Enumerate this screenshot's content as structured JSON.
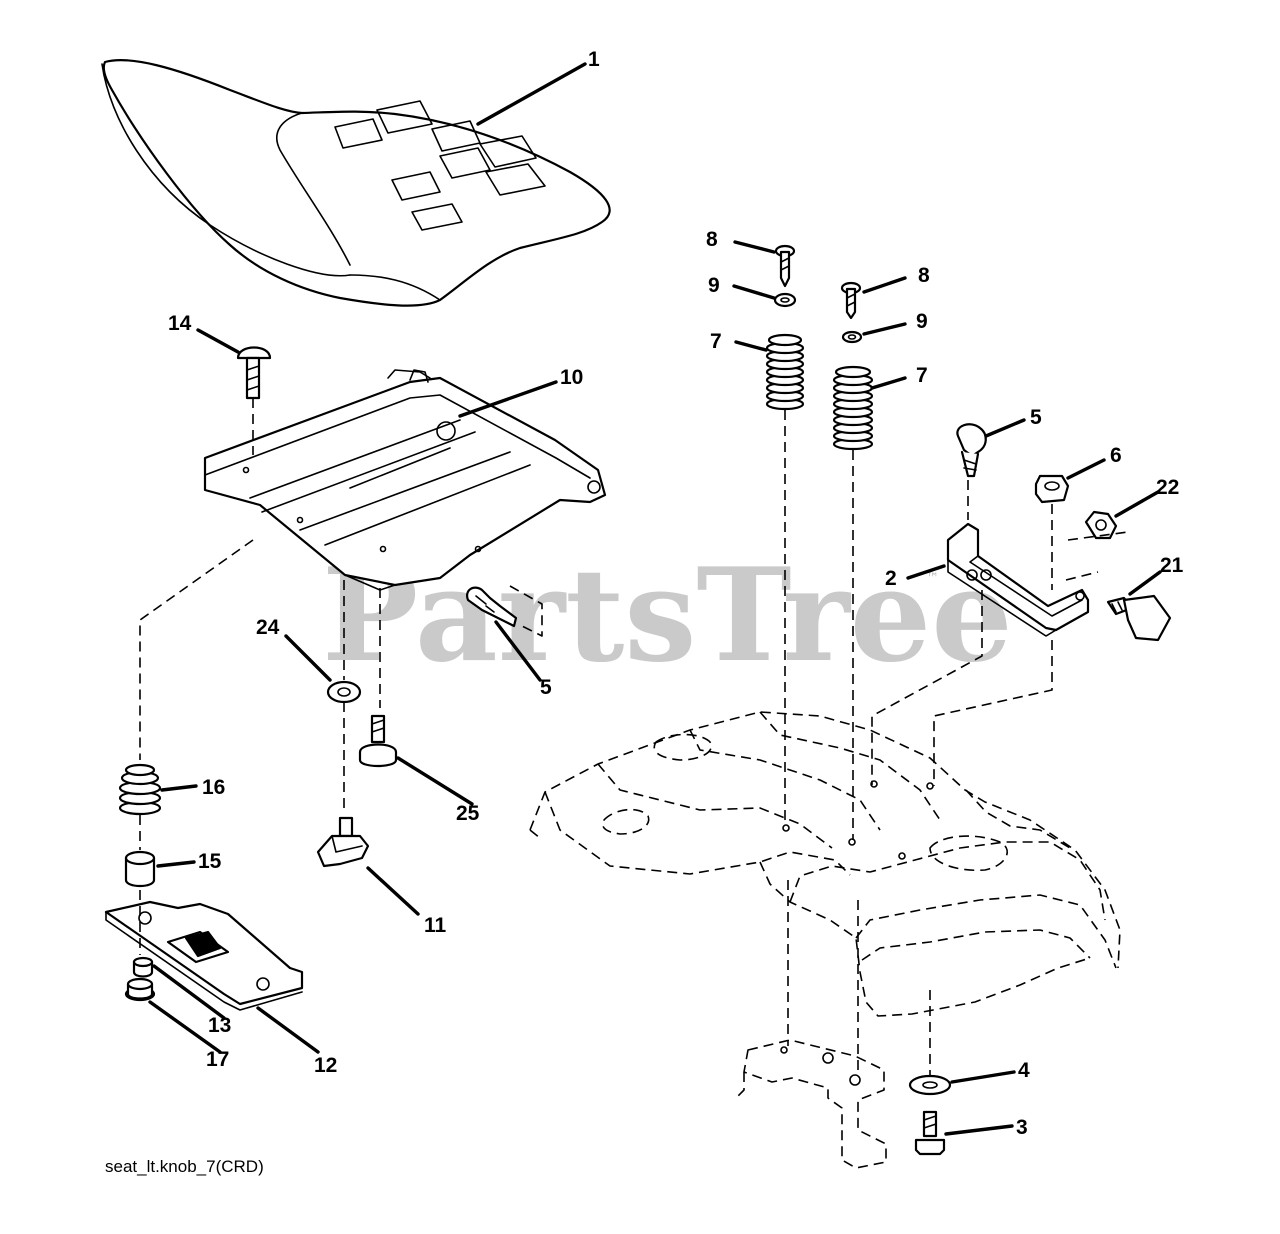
{
  "diagram": {
    "code": "seat_lt.knob_7(CRD)",
    "watermark": "PartsTree",
    "watermark_mark": "™",
    "callouts": [
      "1",
      "2",
      "3",
      "4",
      "5",
      "5",
      "6",
      "7",
      "7",
      "8",
      "8",
      "9",
      "9",
      "10",
      "11",
      "12",
      "13",
      "14",
      "15",
      "16",
      "17",
      "21",
      "22",
      "24",
      "25"
    ]
  },
  "colors": {
    "line": "#000000",
    "watermark": "#b9b9b9",
    "background": "#ffffff"
  }
}
